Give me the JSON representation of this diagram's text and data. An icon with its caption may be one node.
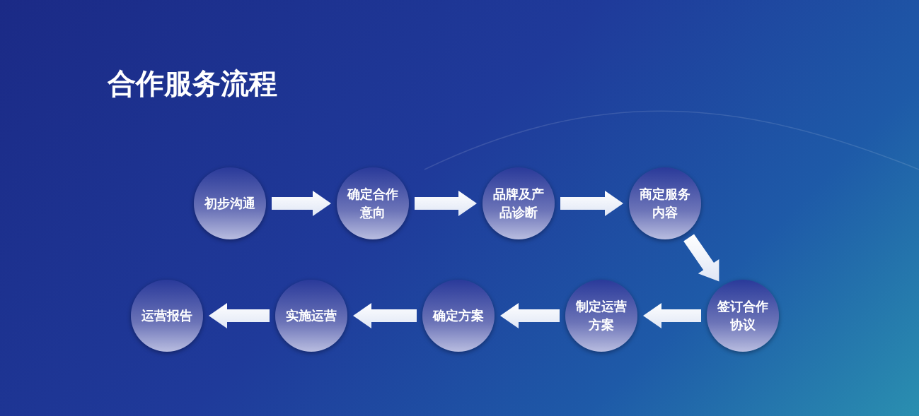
{
  "diagram": {
    "title": "合作服务流程",
    "nodes": [
      {
        "text": [
          "初步沟通"
        ]
      },
      {
        "text": [
          "确定合作意向"
        ]
      },
      {
        "text": [
          "品牌及产品诊断"
        ]
      },
      {
        "text": [
          "商定服务内容"
        ]
      },
      {
        "text": [
          "签订合作协议"
        ]
      },
      {
        "text": [
          "制定运营方案"
        ]
      },
      {
        "text": [
          "确定方案"
        ]
      },
      {
        "text": [
          "实施运营"
        ]
      },
      {
        "text": [
          "运营报告"
        ]
      }
    ],
    "edges": [
      {
        "from": 0,
        "to": 1,
        "arrow": "to"
      },
      {
        "from": 1,
        "to": 2,
        "arrow": "to"
      },
      {
        "from": 2,
        "to": 3,
        "arrow": "to"
      },
      {
        "from": 3,
        "to": 4,
        "arrow": "to"
      },
      {
        "from": 4,
        "to": 5,
        "arrow": "to"
      },
      {
        "from": 5,
        "to": 6,
        "arrow": "to"
      },
      {
        "from": 6,
        "to": 7,
        "arrow": "to"
      },
      {
        "from": 7,
        "to": 8,
        "arrow": "to"
      }
    ]
  }
}
